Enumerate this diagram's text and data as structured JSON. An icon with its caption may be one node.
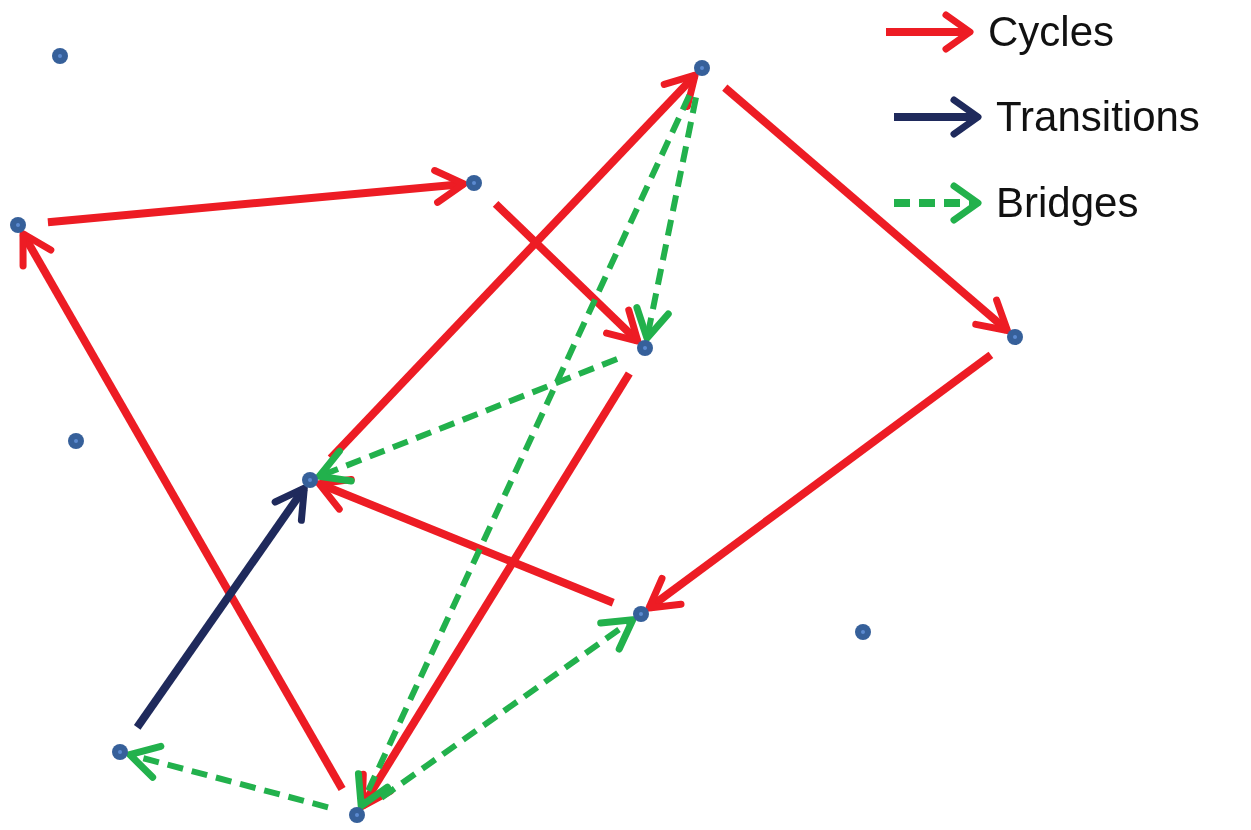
{
  "diagram": {
    "nodes": [
      {
        "text": [],
        "shape": "circle"
      },
      {
        "text": [],
        "shape": "circle"
      },
      {
        "text": [],
        "shape": "circle"
      },
      {
        "text": [],
        "shape": "circle"
      },
      {
        "text": [],
        "shape": "circle"
      },
      {
        "text": [],
        "shape": "circle"
      },
      {
        "text": [],
        "shape": "circle"
      },
      {
        "text": [],
        "shape": "circle"
      },
      {
        "text": [],
        "shape": "circle"
      },
      {
        "text": [],
        "shape": "circle"
      },
      {
        "text": [],
        "shape": "circle"
      },
      {
        "text": [],
        "shape": "circle"
      }
    ],
    "edges": [
      {
        "from": 0,
        "to": 6,
        "arrow": "to"
      },
      {
        "from": 6,
        "to": 8,
        "arrow": "to"
      },
      {
        "from": 9,
        "to": 11,
        "arrow": "to"
      },
      {
        "from": 11,
        "to": 7,
        "arrow": "to"
      },
      {
        "from": 7,
        "to": 4,
        "arrow": "to"
      },
      {
        "from": 4,
        "to": 9,
        "arrow": "to"
      },
      {
        "from": 8,
        "to": 5,
        "arrow": "to"
      },
      {
        "from": 5,
        "to": 0,
        "arrow": "to"
      },
      {
        "from": 3,
        "to": 4,
        "arrow": "to",
        "color": "#1f2a5c"
      },
      {
        "from": 9,
        "to": 8,
        "arrow": "to",
        "style": "dashed",
        "color": "#22b14c"
      },
      {
        "from": 8,
        "to": 4,
        "arrow": "to",
        "style": "dashed",
        "color": "#22b14c"
      },
      {
        "from": 9,
        "to": 5,
        "arrow": "to",
        "style": "dashed",
        "color": "#22b14c"
      },
      {
        "from": 5,
        "to": 3,
        "arrow": "to",
        "style": "dashed",
        "color": "#22b14c"
      },
      {
        "from": 5,
        "to": 7,
        "arrow": "to",
        "style": "dashed",
        "color": "#22b14c"
      }
    ],
    "legend": [
      {
        "text": "Cycles"
      },
      {
        "text": "Transitions"
      },
      {
        "text": "Bridges"
      }
    ]
  }
}
